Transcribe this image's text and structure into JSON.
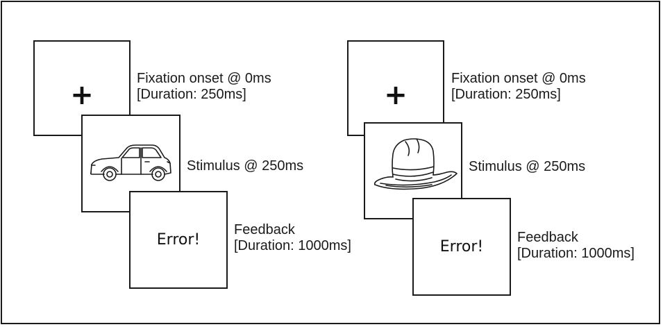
{
  "left_trial": {
    "fixation": {
      "symbol": "+",
      "onset_label": "Fixation onset @ 0ms",
      "duration_label": "[Duration: 250ms]"
    },
    "stimulus": {
      "image": "car-image",
      "label": "Stimulus @ 250ms"
    },
    "feedback": {
      "message": "Error!",
      "label": "Feedback",
      "duration_label": "[Duration: 1000ms]"
    }
  },
  "right_trial": {
    "fixation": {
      "symbol": "+",
      "onset_label": "Fixation onset @ 0ms",
      "duration_label": "[Duration: 250ms]"
    },
    "stimulus": {
      "image": "hat-image",
      "label": "Stimulus @ 250ms"
    },
    "feedback": {
      "message": "Error!",
      "label": "Feedback",
      "duration_label": "[Duration: 1000ms]"
    }
  }
}
